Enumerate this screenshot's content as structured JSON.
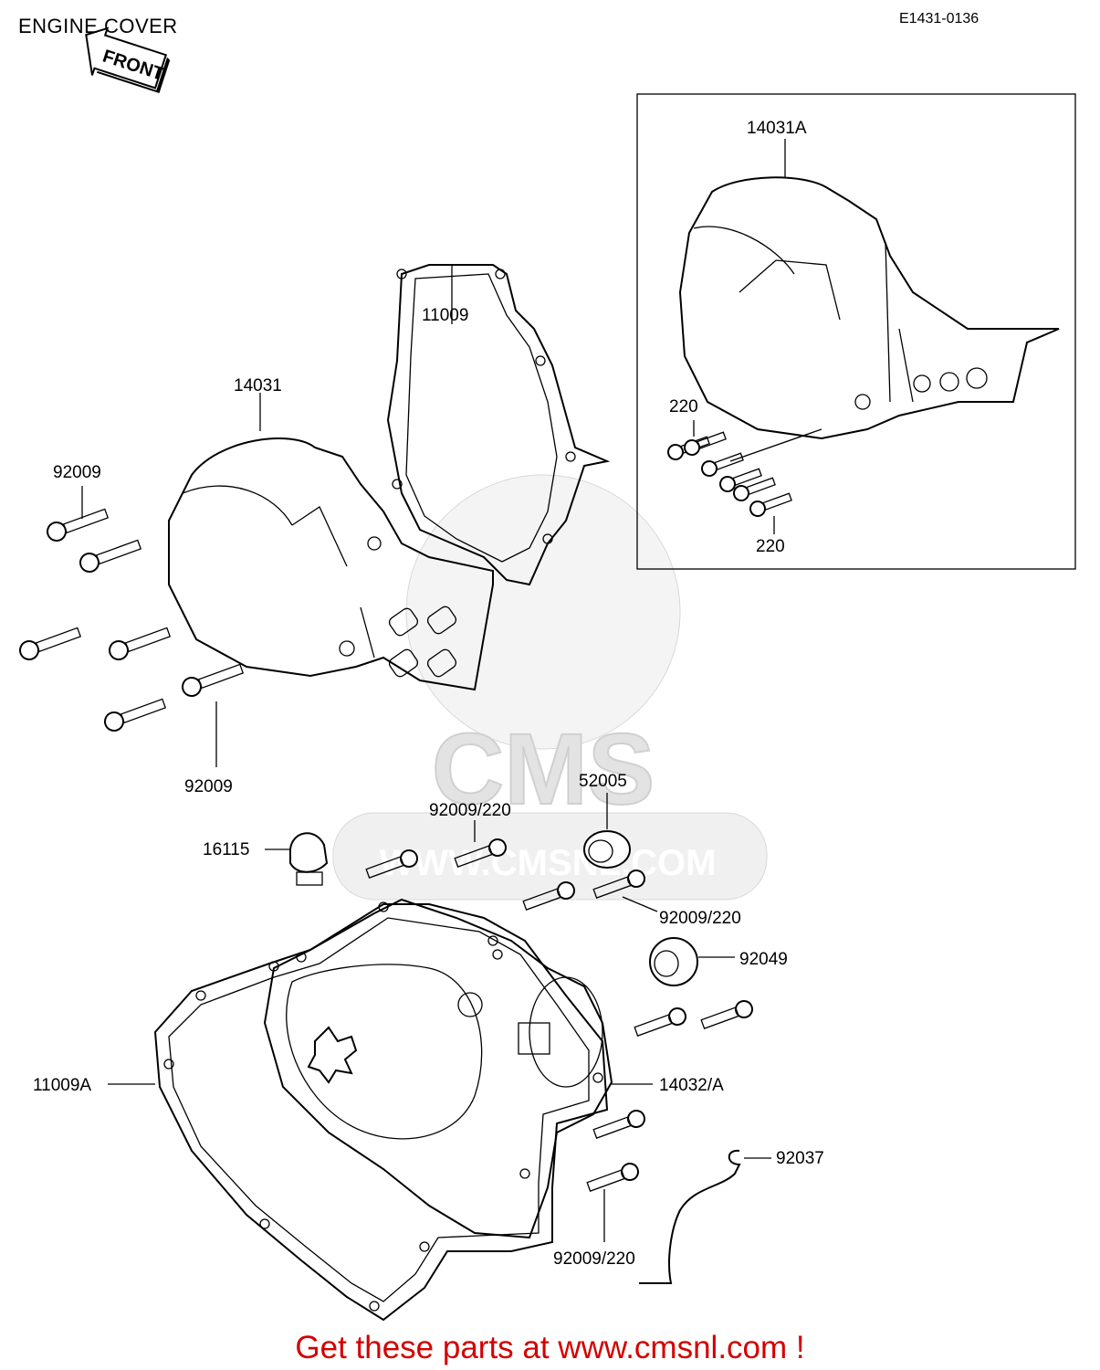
{
  "header": {
    "title": "ENGINE COVER",
    "diagram_code": "E1431-0136",
    "front_arrow": "FRONT"
  },
  "watermark": {
    "brand": "CMS",
    "url": "WWW.CMSNL.COM"
  },
  "labels": {
    "p14031A": "14031A",
    "p11009": "11009",
    "p14031": "14031",
    "p92009_top": "92009",
    "p92009_bottom": "92009",
    "p220_top": "220",
    "p220_bottom": "220",
    "p52005": "52005",
    "p92009_220_a": "92009/220",
    "p16115": "16115",
    "p92009_220_b": "92009/220",
    "p92049": "92049",
    "p11009A": "11009A",
    "p14032A": "14032/A",
    "p92037": "92037",
    "p92009_220_c": "92009/220"
  },
  "footer": {
    "text": "Get these parts at www.cmsnl.com !"
  }
}
